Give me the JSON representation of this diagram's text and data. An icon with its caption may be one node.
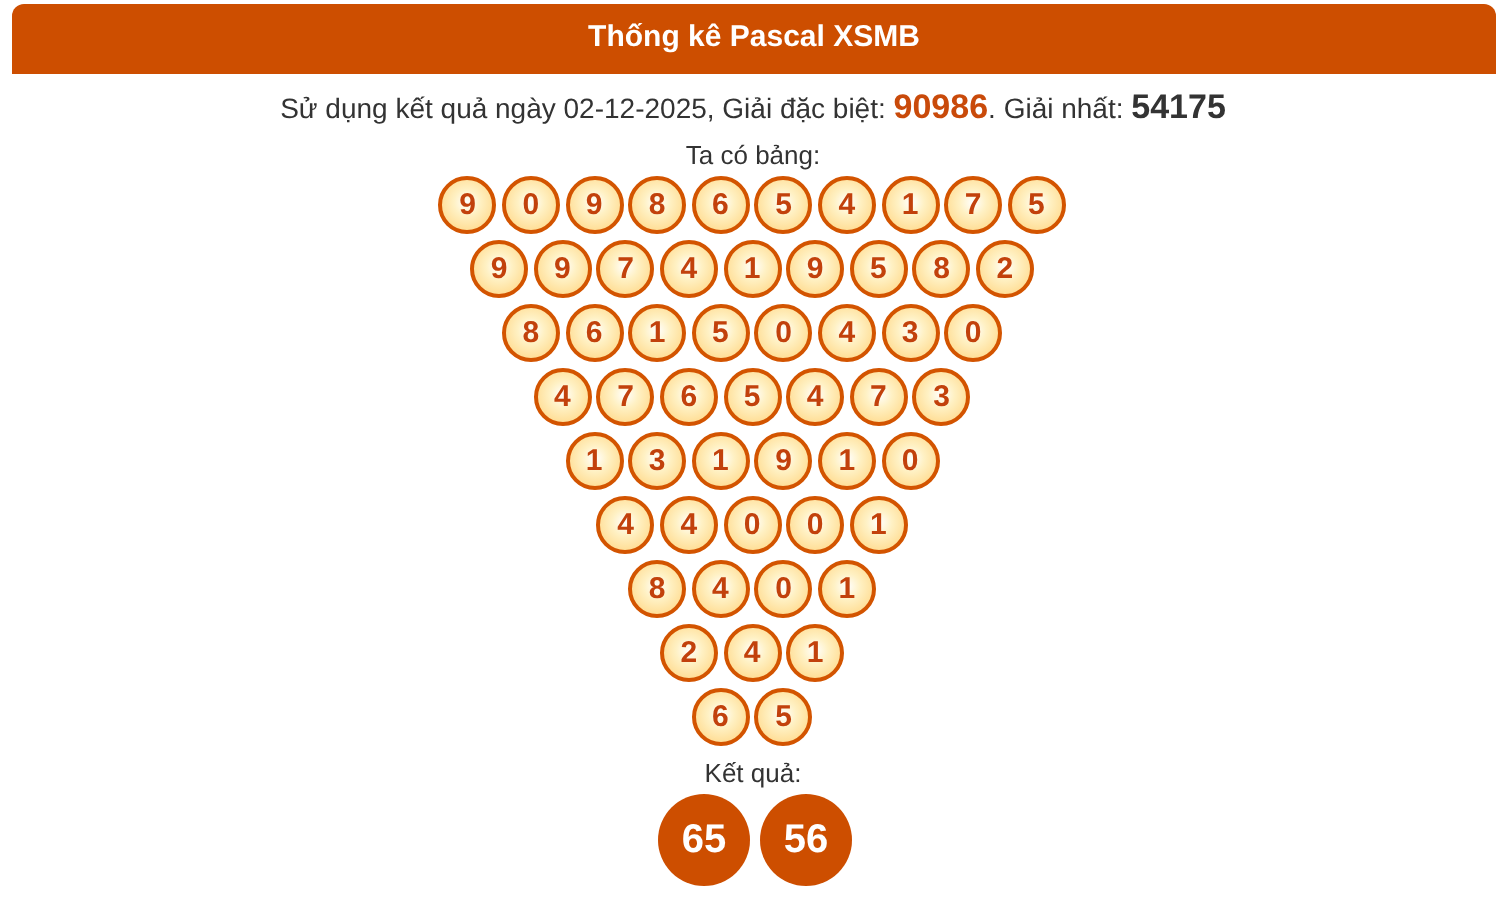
{
  "diagram": {
    "title": "Thống kê Pascal XSMB",
    "nodes": [
      {
        "text": [
          "9"
        ]
      },
      {
        "text": [
          "0"
        ]
      },
      {
        "text": [
          "9"
        ]
      },
      {
        "text": [
          "8"
        ]
      },
      {
        "text": [
          "6"
        ]
      },
      {
        "text": [
          "5"
        ]
      },
      {
        "text": [
          "4"
        ]
      },
      {
        "text": [
          "1"
        ]
      },
      {
        "text": [
          "7"
        ]
      },
      {
        "text": [
          "5"
        ]
      },
      {
        "text": [
          "9"
        ]
      },
      {
        "text": [
          "9"
        ]
      },
      {
        "text": [
          "7"
        ]
      },
      {
        "text": [
          "4"
        ]
      },
      {
        "text": [
          "1"
        ]
      },
      {
        "text": [
          "9"
        ]
      },
      {
        "text": [
          "5"
        ]
      },
      {
        "text": [
          "8"
        ]
      },
      {
        "text": [
          "2"
        ]
      },
      {
        "text": [
          "8"
        ]
      },
      {
        "text": [
          "6"
        ]
      },
      {
        "text": [
          "1"
        ]
      },
      {
        "text": [
          "5"
        ]
      },
      {
        "text": [
          "0"
        ]
      },
      {
        "text": [
          "4"
        ]
      },
      {
        "text": [
          "3"
        ]
      },
      {
        "text": [
          "0"
        ]
      },
      {
        "text": [
          "4"
        ]
      },
      {
        "text": [
          "7"
        ]
      },
      {
        "text": [
          "6"
        ]
      },
      {
        "text": [
          "5"
        ]
      },
      {
        "text": [
          "4"
        ]
      },
      {
        "text": [
          "7"
        ]
      },
      {
        "text": [
          "3"
        ]
      },
      {
        "text": [
          "1"
        ]
      },
      {
        "text": [
          "3"
        ]
      },
      {
        "text": [
          "1"
        ]
      },
      {
        "text": [
          "9"
        ]
      },
      {
        "text": [
          "1"
        ]
      },
      {
        "text": [
          "0"
        ]
      },
      {
        "text": [
          "4"
        ]
      },
      {
        "text": [
          "4"
        ]
      },
      {
        "text": [
          "0"
        ]
      },
      {
        "text": [
          "0"
        ]
      },
      {
        "text": [
          "1"
        ]
      },
      {
        "text": [
          "8"
        ]
      },
      {
        "text": [
          "4"
        ]
      },
      {
        "text": [
          "0"
        ]
      },
      {
        "text": [
          "1"
        ]
      },
      {
        "text": [
          "2"
        ]
      },
      {
        "text": [
          "4"
        ]
      },
      {
        "text": [
          "1"
        ]
      },
      {
        "text": [
          "6"
        ]
      },
      {
        "text": [
          "5"
        ]
      },
      {
        "text": [
          "65"
        ]
      },
      {
        "text": [
          "56"
        ]
      }
    ],
    "labels": [
      "Sử dụng kết quả ngày 02-12-2025, Giải đặc biệt: **90986**. Giải nhất: **54175**",
      "Ta có bảng:",
      "Kết quả:"
    ]
  }
}
